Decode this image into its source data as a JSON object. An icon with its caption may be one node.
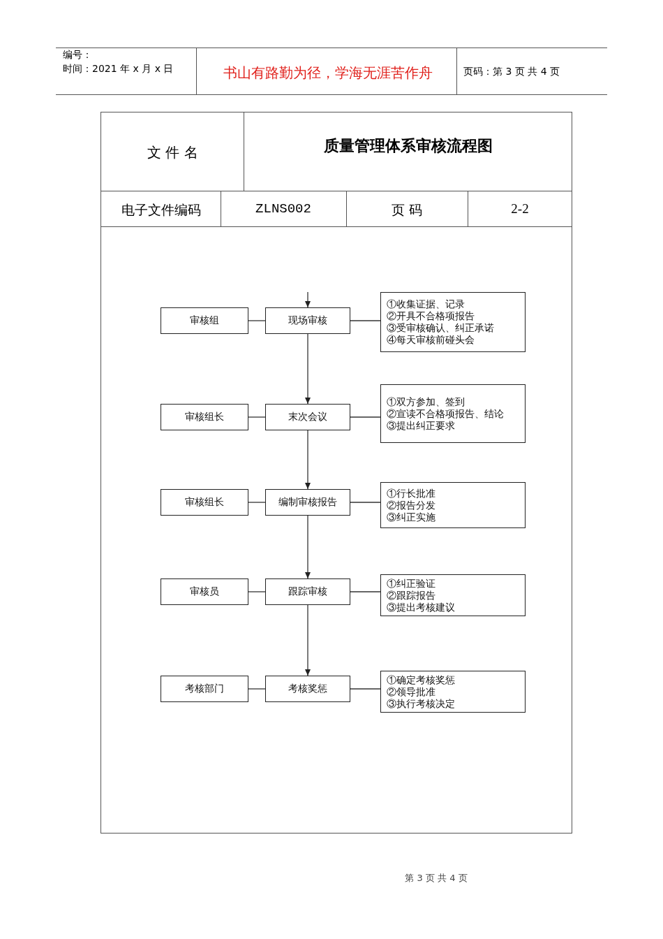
{
  "diagram": {
    "title": "质量管理体系审核流程图",
    "nodes": [
      {
        "text": [
          "审核组"
        ]
      },
      {
        "text": [
          "现场审核"
        ]
      },
      {
        "text": [
          "①收集证据、记录",
          "②开具不合格项报告",
          "③受审核确认、纠正承诺",
          "④每天审核前碰头会"
        ]
      },
      {
        "text": [
          "审核组长"
        ]
      },
      {
        "text": [
          "末次会议"
        ]
      },
      {
        "text": [
          "①双方参加、签到",
          "②宣读不合格项报告、结论",
          "③提出纠正要求"
        ]
      },
      {
        "text": [
          "审核组长"
        ]
      },
      {
        "text": [
          "编制审核报告"
        ]
      },
      {
        "text": [
          "①行长批准",
          "②报告分发",
          "③纠正实施"
        ]
      },
      {
        "text": [
          "审核员"
        ]
      },
      {
        "text": [
          "跟踪审核"
        ]
      },
      {
        "text": [
          "①纠正验证",
          "②跟踪报告",
          "③提出考核建议"
        ]
      },
      {
        "text": [
          "考核部门"
        ]
      },
      {
        "text": [
          "考核奖惩"
        ]
      },
      {
        "text": [
          "①确定考核奖惩",
          "②领导批准",
          "③执行考核决定"
        ]
      }
    ],
    "edges": [
      {
        "from": null,
        "to": 1,
        "arrow": "to"
      },
      {
        "from": 0,
        "to": 1,
        "arrow": "none"
      },
      {
        "from": 1,
        "to": 2,
        "arrow": "none"
      },
      {
        "from": 1,
        "to": 4,
        "arrow": "to"
      },
      {
        "from": 3,
        "to": 4,
        "arrow": "none"
      },
      {
        "from": 4,
        "to": 5,
        "arrow": "none"
      },
      {
        "from": 4,
        "to": 7,
        "arrow": "to"
      },
      {
        "from": 6,
        "to": 7,
        "arrow": "none"
      },
      {
        "from": 7,
        "to": 8,
        "arrow": "none"
      },
      {
        "from": 7,
        "to": 10,
        "arrow": "to"
      },
      {
        "from": 9,
        "to": 10,
        "arrow": "none"
      },
      {
        "from": 10,
        "to": 11,
        "arrow": "none"
      },
      {
        "from": 10,
        "to": 13,
        "arrow": "to"
      },
      {
        "from": 12,
        "to": 13,
        "arrow": "none"
      },
      {
        "from": 13,
        "to": 14,
        "arrow": "none"
      }
    ],
    "labels": [
      "编号：",
      "时间：2021 年 x 月 x 日",
      "书山有路勤为径，学海无涯苦作舟",
      "页码：第 3 页 共 4 页",
      "文 件 名",
      "电子文件编码",
      "ZLNS002",
      "页 码",
      "2-2",
      "第 3 页 共 4 页"
    ]
  }
}
